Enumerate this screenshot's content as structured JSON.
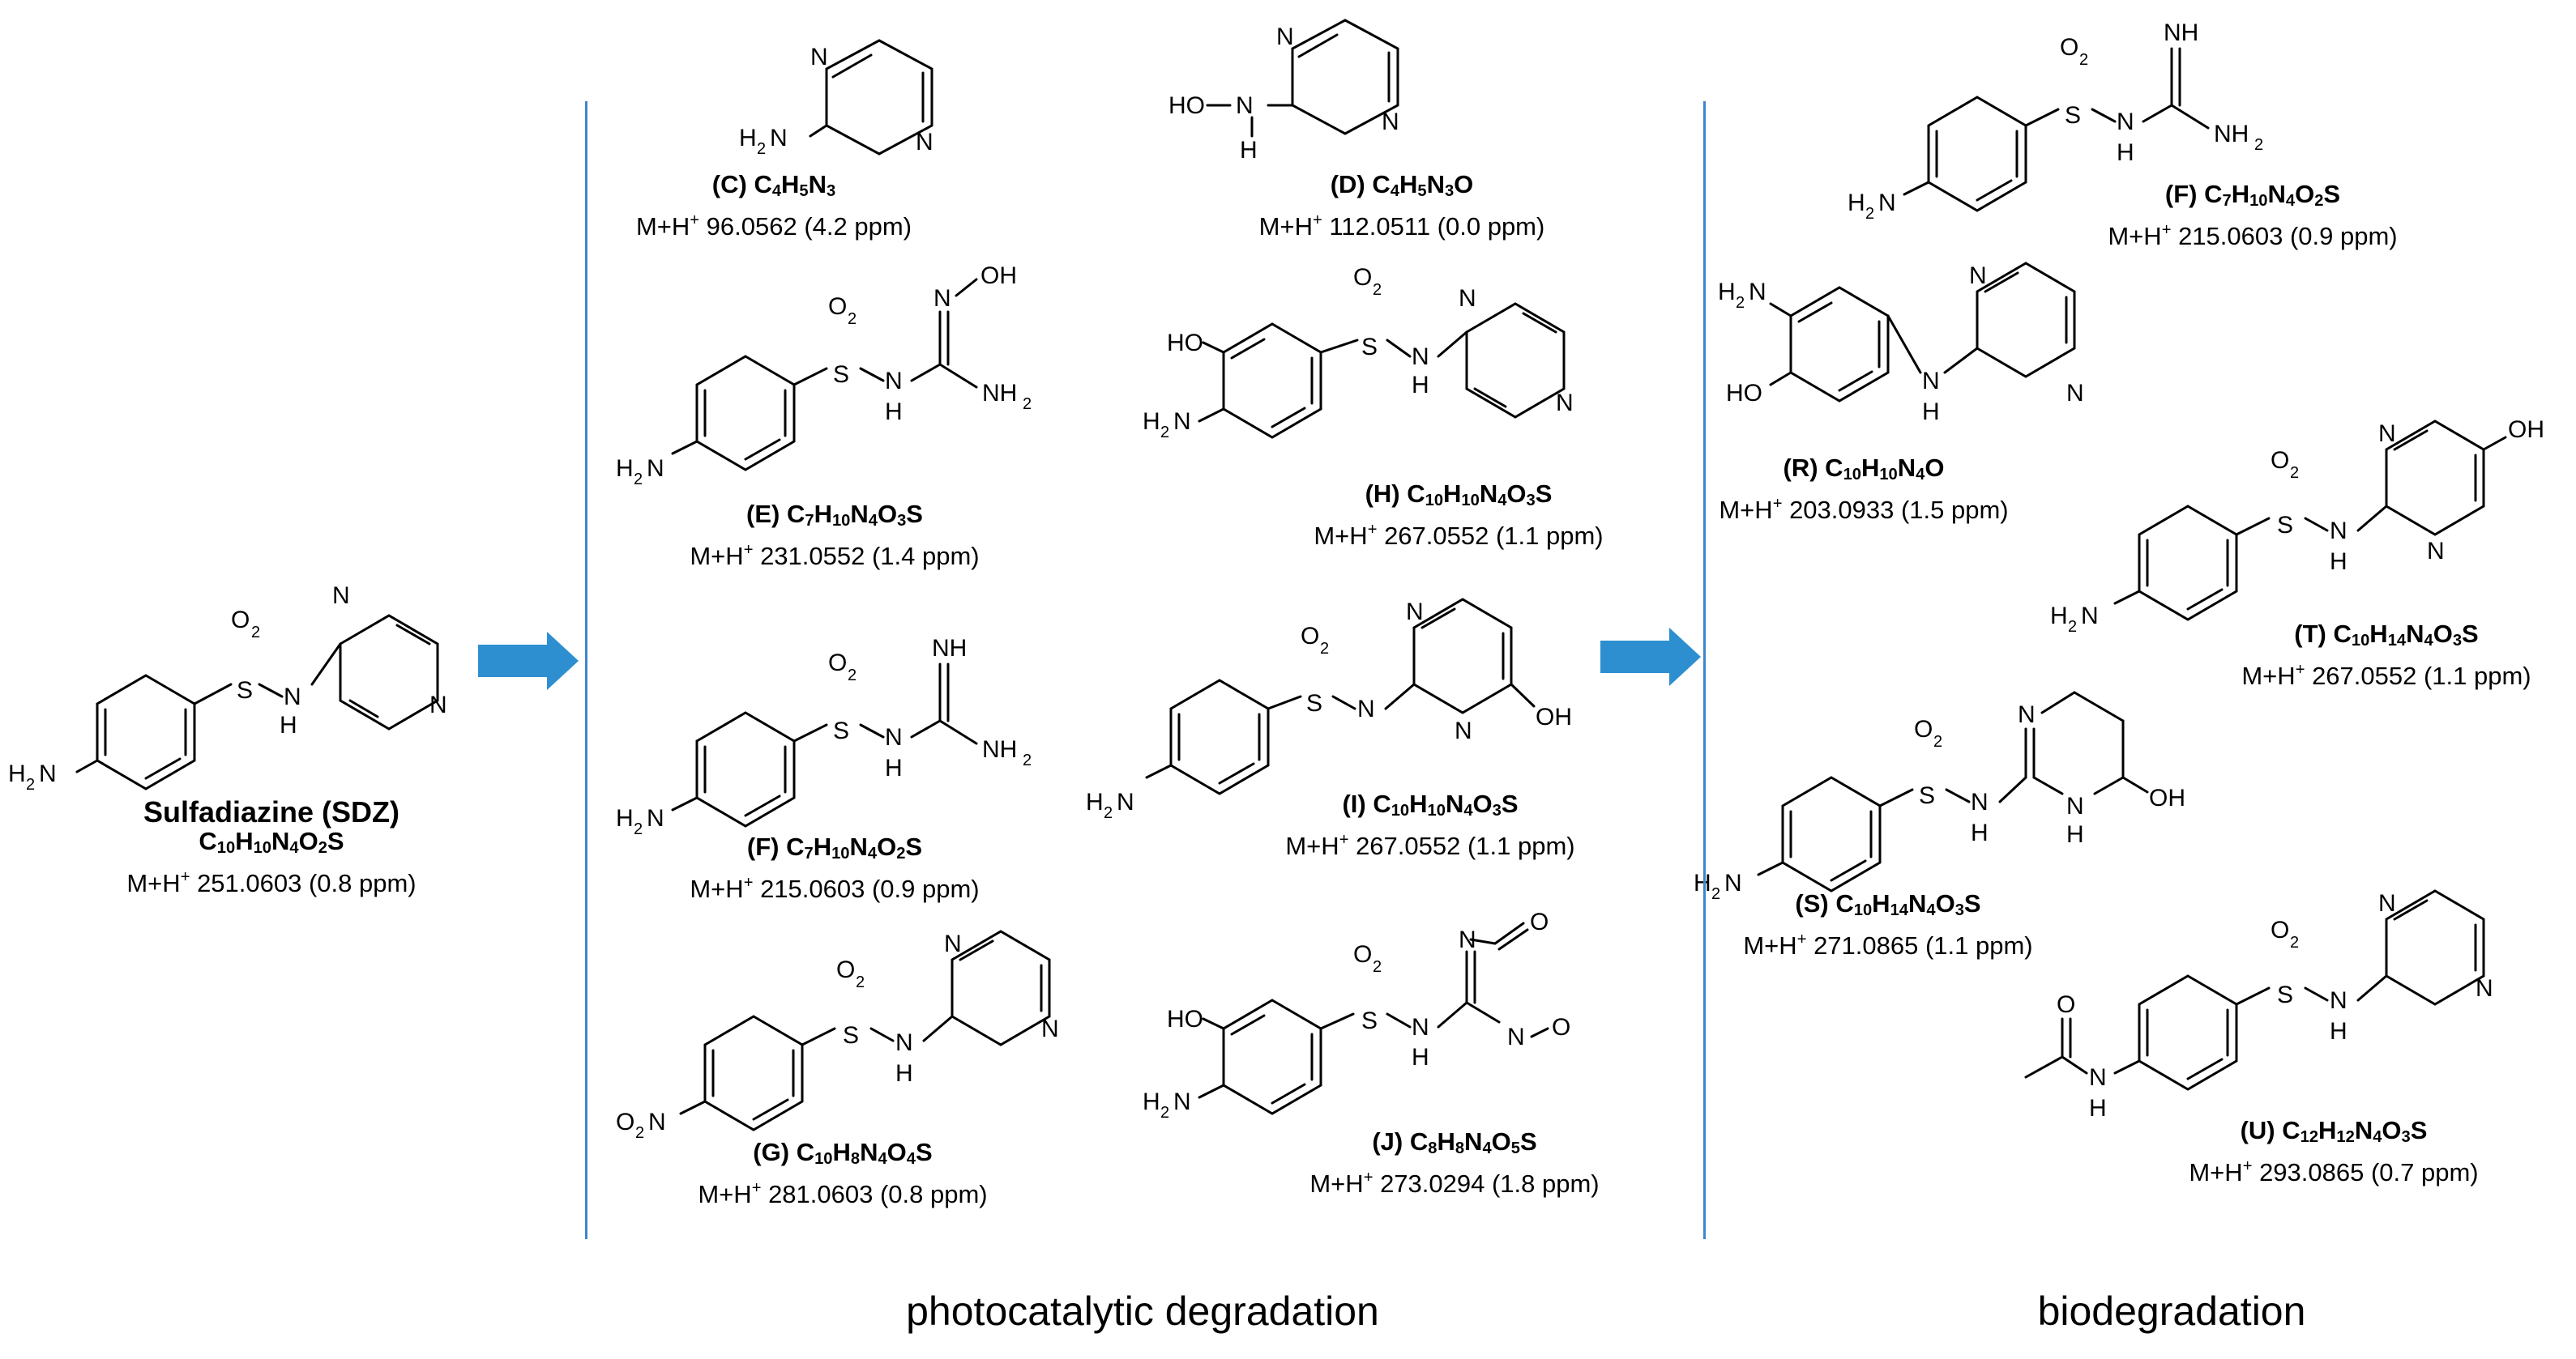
{
  "compounds": {
    "sdz": {
      "name": "Sulfadiazine (SDZ)",
      "formula": "C10H10N4O2S",
      "mass": "M+H+ 251.0603 (0.8 ppm)"
    },
    "C": {
      "letter": "(C)",
      "formula": "C4H5N3",
      "mass": "M+H+ 96.0562 (4.2 ppm)"
    },
    "D": {
      "letter": "(D)",
      "formula": "C4H5N3O",
      "mass": "M+H+ 112.0511 (0.0 ppm)"
    },
    "E": {
      "letter": "(E)",
      "formula": "C7H10N4O3S",
      "mass": "M+H+ 231.0552  (1.4 ppm)"
    },
    "H": {
      "letter": "(H)",
      "formula": "C10H10N4O3S",
      "mass": "M+H+ 267.0552  (1.1 ppm)"
    },
    "F1": {
      "letter": "(F)",
      "formula": "C7H10N4O2S",
      "mass": "M+H+ 215.0603  (0.9 ppm)"
    },
    "I": {
      "letter": "(I)",
      "formula": "C10H10N4O3S",
      "mass": "M+H+ 267.0552 (1.1 ppm)"
    },
    "G": {
      "letter": "(G)",
      "formula": "C10H8N4O4S",
      "mass": "M+H+ 281.0603  (0.8 ppm)"
    },
    "J": {
      "letter": "(J)",
      "formula": "C8H8N4O5S",
      "mass": "M+H+ 273.0294 (1.8 ppm)"
    },
    "F2": {
      "letter": "(F)",
      "formula": "C7H10N4O2S",
      "mass": "M+H+ 215.0603  (0.9 ppm)"
    },
    "R": {
      "letter": "(R)",
      "formula": "C10H10N4O",
      "mass": "M+H+ 203.0933  (1.5 ppm)"
    },
    "T": {
      "letter": "(T)",
      "formula": "C10H14N4O3S",
      "mass": "M+H+ 267.0552  (1.1 ppm)"
    },
    "S": {
      "letter": "(S)",
      "formula": "C10H14N4O3S",
      "mass": "M+H+ 271.0865  (1.1 ppm)"
    },
    "U": {
      "letter": "(U)",
      "formula": "C12H12N4O3S",
      "mass": "M+H+ 293.0865  (0.7 ppm)"
    }
  },
  "captions": {
    "photocatalytic": "photocatalytic degradation",
    "biodegradation": "biodegradation"
  },
  "colors": {
    "arrow": "#2e8fd0",
    "divider": "#3f86c9",
    "text": "#000000"
  }
}
